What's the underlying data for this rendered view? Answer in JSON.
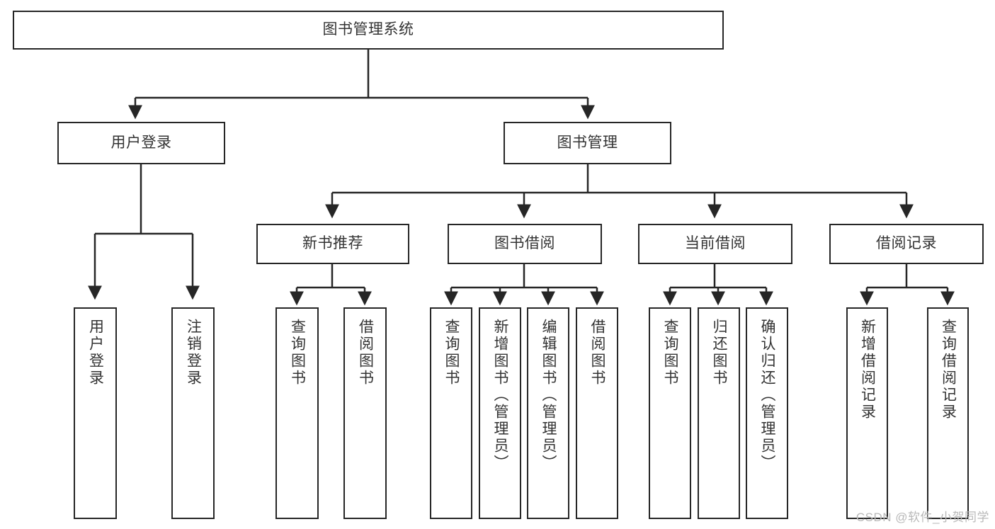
{
  "diagram": {
    "title": "图书管理系统",
    "watermark": "CSDN @软件_小贺同学",
    "colors": {
      "stroke": "#262626",
      "text": "#333333",
      "background": "#ffffff",
      "watermark": "#b9b9b9"
    },
    "levels": {
      "root": {
        "label": "图书管理系统"
      },
      "level2": [
        {
          "label": "用户登录"
        },
        {
          "label": "图书管理"
        }
      ],
      "level3": [
        {
          "label": "新书推荐"
        },
        {
          "label": "图书借阅"
        },
        {
          "label": "当前借阅"
        },
        {
          "label": "借阅记录"
        }
      ],
      "leaves": [
        {
          "label": "用户登录",
          "parent": "用户登录"
        },
        {
          "label": "注销登录",
          "parent": "用户登录"
        },
        {
          "label": "查询图书",
          "parent": "新书推荐"
        },
        {
          "label": "借阅图书",
          "parent": "新书推荐"
        },
        {
          "label": "查询图书",
          "parent": "图书借阅"
        },
        {
          "label": "新增图书（管理员）",
          "parent": "图书借阅"
        },
        {
          "label": "编辑图书（管理员）",
          "parent": "图书借阅"
        },
        {
          "label": "借阅图书",
          "parent": "图书借阅"
        },
        {
          "label": "查询图书",
          "parent": "当前借阅"
        },
        {
          "label": "归还图书",
          "parent": "当前借阅"
        },
        {
          "label": "确认归还（管理员）",
          "parent": "当前借阅"
        },
        {
          "label": "新增借阅记录",
          "parent": "借阅记录"
        },
        {
          "label": "查询借阅记录",
          "parent": "借阅记录"
        }
      ]
    }
  }
}
